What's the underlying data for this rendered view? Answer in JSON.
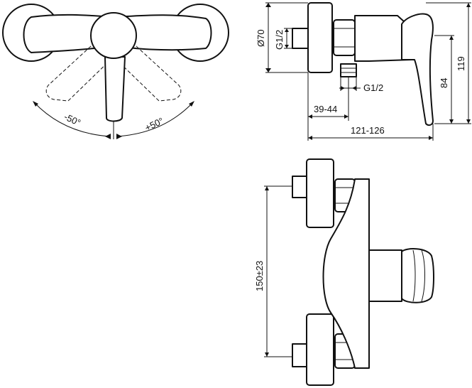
{
  "top_view": {
    "angle_left": "-50°",
    "angle_right": "+50°"
  },
  "side_view": {
    "diameter": "Ø70",
    "thread_upper": "G1/2",
    "thread_lower": "G1/2",
    "height_lever": "84",
    "height_total": "119",
    "depth_min": "39-44",
    "depth_total": "121-126"
  },
  "front_view": {
    "center_distance": "150±23"
  }
}
